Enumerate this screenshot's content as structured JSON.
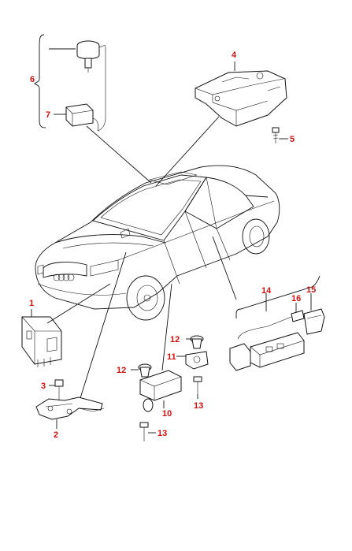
{
  "callouts": [
    {
      "id": "c1",
      "text": "1"
    },
    {
      "id": "c2",
      "text": "2"
    },
    {
      "id": "c3",
      "text": "3"
    },
    {
      "id": "c4",
      "text": "4"
    },
    {
      "id": "c5",
      "text": "5"
    },
    {
      "id": "c6",
      "text": "6"
    },
    {
      "id": "c7",
      "text": "7"
    },
    {
      "id": "c10",
      "text": "10"
    },
    {
      "id": "c11",
      "text": "11"
    },
    {
      "id": "c12a",
      "text": "12"
    },
    {
      "id": "c12b",
      "text": "12"
    },
    {
      "id": "c13a",
      "text": "13"
    },
    {
      "id": "c13b",
      "text": "13"
    },
    {
      "id": "c14",
      "text": "14"
    },
    {
      "id": "c15",
      "text": "15"
    },
    {
      "id": "c16",
      "text": "16"
    }
  ],
  "colors": {
    "callout": "#cc1111",
    "line": "#111111",
    "background": "#ffffff"
  },
  "icons": [
    "car-outline-icon",
    "sensor-icon",
    "control-unit-icon",
    "lock-actuator-icon",
    "screw-icon",
    "clip-icon",
    "bracket-icon",
    "wiring-harness-icon"
  ]
}
